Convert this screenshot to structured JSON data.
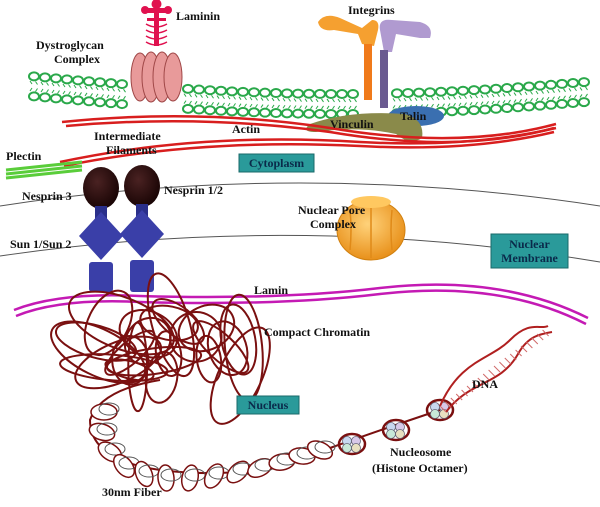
{
  "labels": {
    "laminin": "Laminin",
    "dystroglycan_1": "Dystroglycan",
    "dystroglycan_2": "Complex",
    "integrins": "Integrins",
    "actin": "Actin",
    "vinculin": "Vinculin",
    "talin": "Talin",
    "intermediate_1": "Intermediate",
    "intermediate_2": "Filaments",
    "plectin": "Plectin",
    "nesprin3": "Nesprin 3",
    "nesprin12": "Nesprin 1/2",
    "sun": "Sun 1/Sun 2",
    "npc_1": "Nuclear Pore",
    "npc_2": "Complex",
    "lamin": "Lamin",
    "compact_chromatin": "Compact Chromatin",
    "dna": "DNA",
    "nucleosome_1": "Nucleosome",
    "nucleosome_2": "(Histone Octamer)",
    "fiber30": "30nm Fiber"
  },
  "boxes": {
    "cytoplasm": "Cytoplasm",
    "nuclear_1": "Nuclear",
    "nuclear_2": "Membrane",
    "nucleus": "Nucleus"
  },
  "colors": {
    "membrane_bead": "#2aa84a",
    "laminin": "#e0114f",
    "dystroglycan": "#e89a9a",
    "integrin_orange": "#f07a1a",
    "integrin_purple": "#b09ad0",
    "vinculin": "#8a8a4a",
    "talin": "#3a6fb0",
    "actin": "#d81e1e",
    "plectin": "#5acd3a",
    "nesprin": "#2a0f0f",
    "sun": "#3a3fa8",
    "npc": "#f5a030",
    "lamin": "#c41ab4",
    "chromatin": "#7a1010",
    "box_fill": "#2a9a9a"
  },
  "icons": [
    "laminin-icon",
    "dystroglycan-icon",
    "integrin-icon",
    "nesprin-icon",
    "sun-protein-icon",
    "nuclear-pore-icon",
    "nucleosome-icon",
    "dna-helix-icon"
  ]
}
